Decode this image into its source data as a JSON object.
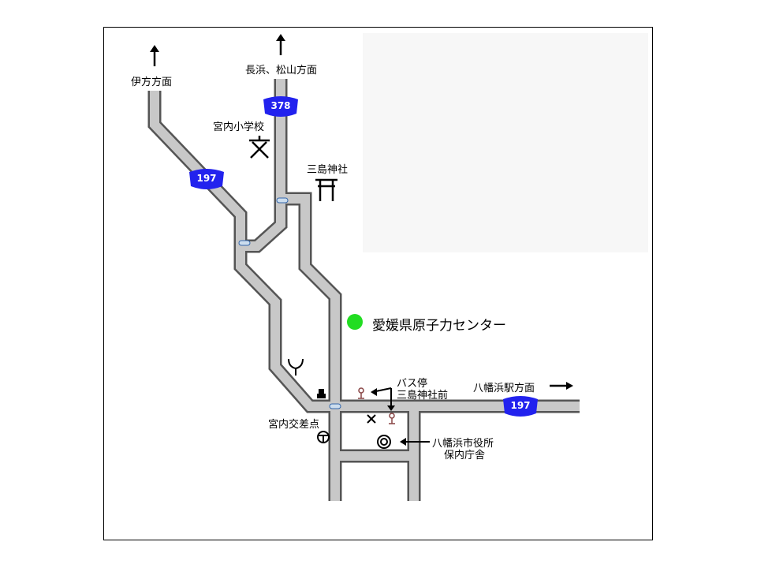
{
  "labels": {
    "ikata": "伊方方面",
    "nagahama": "長浜、松山方面",
    "school": "宮内小学校",
    "shrine": "三島神社",
    "center": "愛媛県原子力センター",
    "bus_stop_line1": "バス停",
    "bus_stop_line2": "三島神社前",
    "yawatahama_station": "八幡浜駅方面",
    "intersection": "宮内交差点",
    "city_office_line1": "八幡浜市役所",
    "city_office_line2": "保内庁舎"
  },
  "routes": {
    "r197_upper": "197",
    "r378": "378",
    "r197_right": "197"
  },
  "colors": {
    "road": "#c8c8c8",
    "road_edge": "#555555",
    "shield": "#2222ee",
    "center_marker": "#22dd22",
    "panel": "#f7f7f7"
  }
}
